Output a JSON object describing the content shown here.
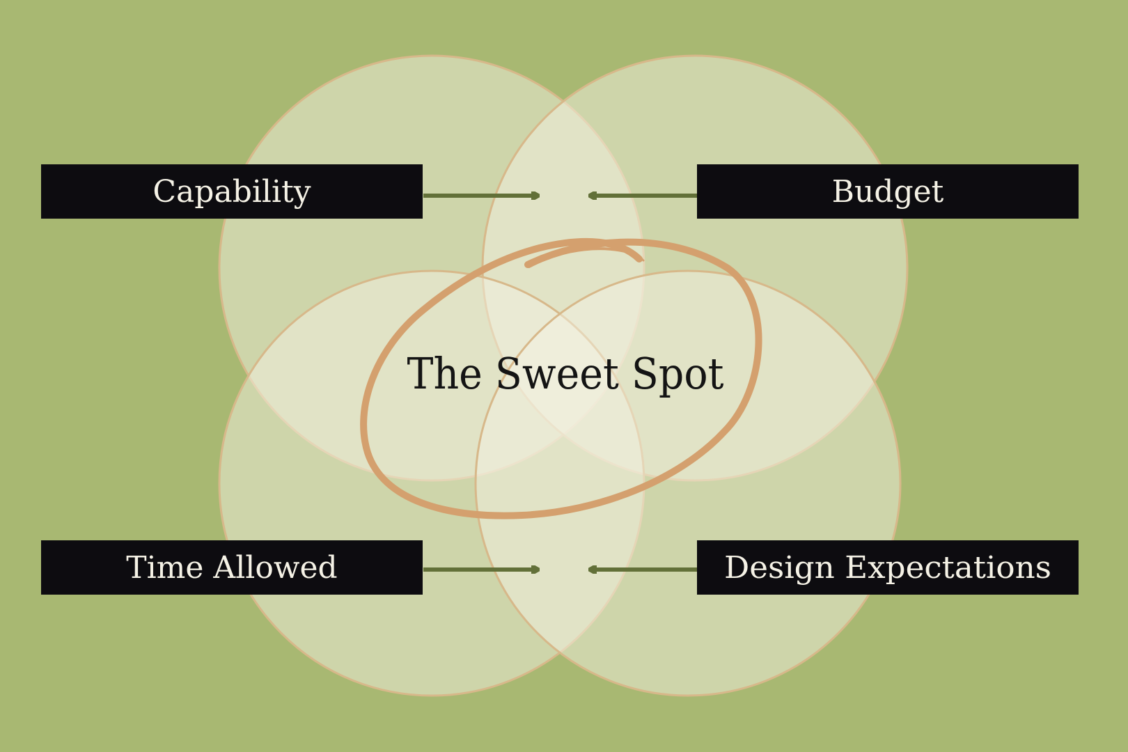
{
  "diagram": {
    "center_label": "The Sweet Spot",
    "labels": {
      "top_left": "Capability",
      "top_right": "Budget",
      "bottom_left": "Time Allowed",
      "bottom_right": "Design Expectations"
    }
  },
  "colors": {
    "background": "#a8b872",
    "circle_fill": "#f3f1e2",
    "circle_stroke": "#d7b88a",
    "label_box": "#0d0c10",
    "label_text": "#f5f2e6",
    "arrow": "#627038",
    "scribble": "#d4a06e",
    "center_text": "#141414"
  }
}
